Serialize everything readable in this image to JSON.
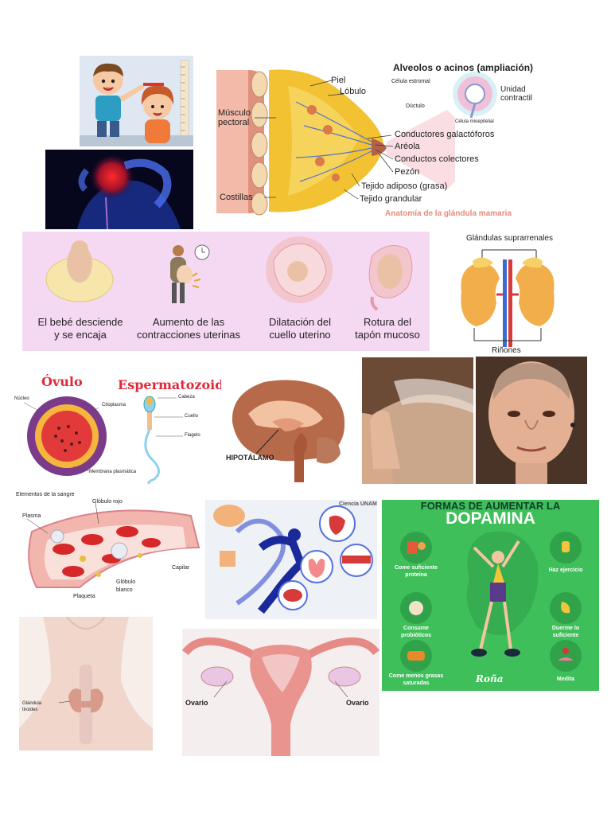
{
  "breast": {
    "title": "Alveolos o acinos (ampliación)",
    "caption": "Anatomía de la glándula mamaria",
    "labels": {
      "piel": "Piel",
      "lobulo": "Lóbulo",
      "musculo": "Músculo",
      "pectoral": "pectoral",
      "costillas": "Costillas",
      "conductores": "Conductores galactóforos",
      "areola": "Aréola",
      "colectores": "Conductos colectores",
      "pezon": "Pezón",
      "adiposo": "Tejido adiposo (grasa)",
      "grandular": "Tejido grandular",
      "estromal": "Célula estromal",
      "ductulo": "Dúctulo",
      "mioepitelial": "Célula mioepitelial",
      "unidad": "Unidad",
      "contractil": "contractil"
    }
  },
  "labor": {
    "steps": [
      {
        "line1": "El bebé desciende",
        "line2": "y se encaja"
      },
      {
        "line1": "Aumento de las",
        "line2": "contracciones uterinas"
      },
      {
        "line1": "Dilatación del",
        "line2": "cuello uterino"
      },
      {
        "line1": "Rotura del",
        "line2": "tapón mucoso"
      }
    ]
  },
  "adrenal": {
    "top": "Glándulas suprarrenales",
    "bottom": "Riñones"
  },
  "cells": {
    "ovulo": "Óvulo",
    "esperm": "Espermatozoide",
    "nucleo": "Núcleo",
    "citoplasma": "Citoplasma",
    "membrana": "Membrana plasmática",
    "cabeza": "Cabeza",
    "cuello": "Cuello",
    "flagelo": "Flagelo"
  },
  "brain": {
    "label": "HIPOTÁLAMO"
  },
  "blood": {
    "title": "Elementos de la sangre",
    "rojo": "Glóbulo rojo",
    "plasma": "Plasma",
    "capilar": "Capilar",
    "blanco1": "Glóbulo",
    "blanco2": "blanco",
    "plaqueta": "Plaqueta"
  },
  "ciencia": {
    "brand": "Ciencia UNAM"
  },
  "dopamine": {
    "title1": "FORMAS DE AUMENTAR LA",
    "title2": "DOPAMINA",
    "items": [
      {
        "l1": "Come suficiente",
        "l2": "proteína"
      },
      {
        "l1": "Haz ejercicio",
        "l2": ""
      },
      {
        "l1": "Consume",
        "l2": "probióticos"
      },
      {
        "l1": "Duerme lo",
        "l2": "suficiente"
      },
      {
        "l1": "Come menos grasas",
        "l2": "saturadas"
      },
      {
        "l1": "Medita",
        "l2": ""
      }
    ],
    "brand": "Roña",
    "colors": {
      "bg": "#3fbf5a",
      "title": "#0f3d2a",
      "circle": "#2fa24a"
    }
  },
  "thyroid": {
    "l1": "Glándula",
    "l2": "tiroides"
  },
  "uterus": {
    "left": "Ovario",
    "right": "Ovario"
  }
}
